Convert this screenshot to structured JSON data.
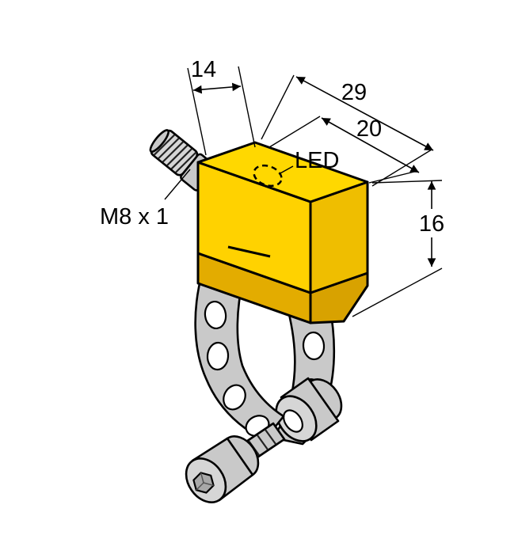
{
  "diagram": {
    "labels": {
      "dim_connector_length": "14",
      "dim_body_length": "29",
      "dim_body_top": "20",
      "dim_body_height": "16",
      "led": "LED",
      "thread_spec": "M8 x 1"
    },
    "colors": {
      "body_top": "#FFD800",
      "body_front": "#FFD200",
      "body_side": "#EFBE00",
      "body_bottom": "#E3AC00",
      "body_bottom_side": "#D8A200",
      "metal": "#C9C9C9",
      "metal_light": "#D6D6D6",
      "metal_dark": "#A8A8A8",
      "hole": "#FFFFFF",
      "outline": "#000000",
      "background": "#FFFFFF"
    }
  }
}
